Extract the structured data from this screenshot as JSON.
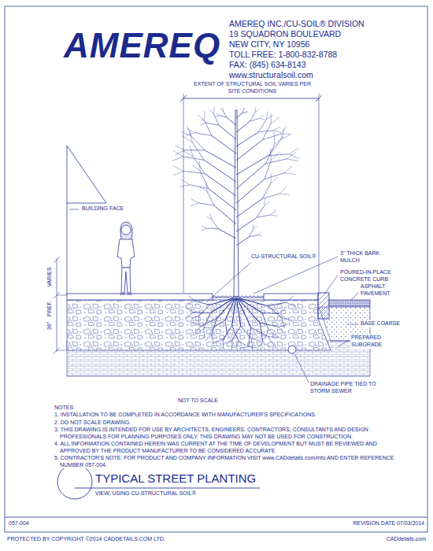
{
  "diagram": {
    "title": "TYPICAL STREET PLANTING",
    "caption": "VIEW, USING CU-STRUCTURAL SOIL®",
    "labels": [
      "AMEREQ",
      "AMEREQ INC./CU-SOIL® DIVISION",
      "19 SQUADRON BOULEVARD",
      "NEW CITY, NY 10956",
      "TOLL FREE: 1-800-832-8788",
      "FAX: (845) 634-8143",
      "www.structuralsoil.com",
      "EXTENT OF STRUCTURAL SOIL VARIES PER SITE CONDITIONS",
      "BUILDING FACE",
      "CU-STRUCTURAL SOIL®",
      "3\" THICK BARK MULCH",
      "POURED-IN-PLACE CONCRETE CURB",
      "ASPHALT PAVEMENT",
      "BASE COARSE",
      "PREPARED SUBGRADE",
      "VARIES",
      "PREF.",
      "36\"",
      "DRAINAGE PIPE TIED TO STORM SEWER",
      "NOT TO SCALE",
      "NOTES:",
      "1. INSTALLATION TO BE COMPLETED IN ACCORDANCE WITH MANUFACTURER'S SPECIFICATIONS.",
      "2. DO NOT SCALE DRAWING.",
      "3. THIS DRAWING IS INTENDED FOR USE BY ARCHITECTS, ENGINEERS, CONTRACTORS, CONSULTANTS AND DESIGN PROFESSIONALS FOR PLANNING PURPOSES ONLY. THIS DRAWING MAY NOT BE USED FOR CONSTRUCTION.",
      "4. ALL INFORMATION CONTAINED HEREIN WAS CURRENT AT THE TIME OF DEVELOPMENT BUT MUST BE REVIEWED AND APPROVED BY THE PRODUCT MANUFACTURER TO BE CONSIDERED ACCURATE",
      "5. CONTRACTOR'S NOTE: FOR PRODUCT AND COMPANY INFORMATION VISIT www.CADdetails.com/info AND ENTER REFERENCE NUMBER 057-004.",
      "057-004",
      "REVISION DATE 07/03/2014",
      "PROTECTED BY COPYRIGHT ©2014 CADDETAILS.COM LTD.",
      "CADdetails.com"
    ]
  }
}
